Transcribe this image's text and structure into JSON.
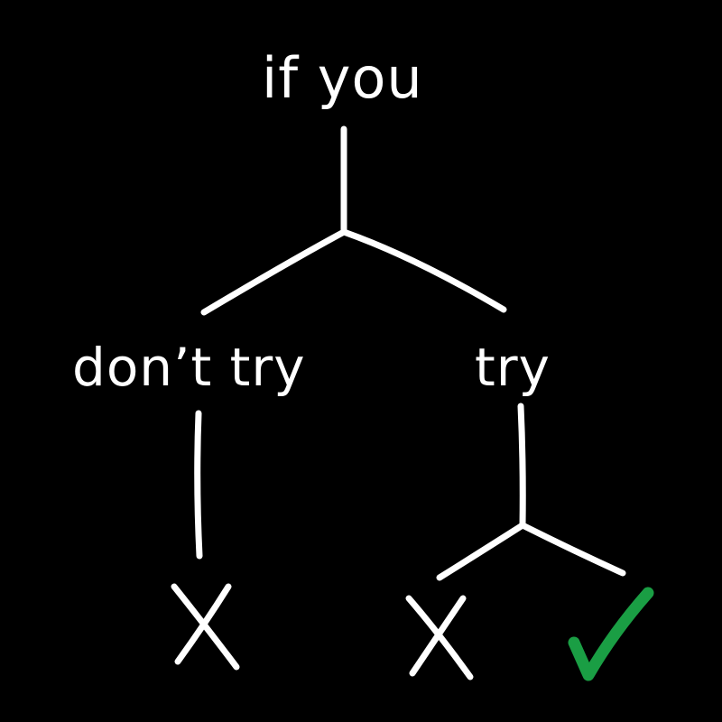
{
  "diagram": {
    "type": "decision-tree",
    "background_color": "#000000",
    "stroke_color": "#ffffff",
    "root": {
      "label": "if you"
    },
    "branches": [
      {
        "label": "don't try",
        "outcomes": [
          {
            "symbol": "X",
            "meaning": "fail"
          }
        ]
      },
      {
        "label": "try",
        "outcomes": [
          {
            "symbol": "X",
            "meaning": "fail"
          },
          {
            "symbol": "✓",
            "meaning": "success",
            "color": "#1a9e44"
          }
        ]
      }
    ]
  },
  "labels": {
    "root": "if you",
    "left_branch": "don’t try",
    "right_branch": "try"
  },
  "colors": {
    "success": "#1a9e44",
    "line": "#ffffff",
    "background": "#000000"
  }
}
